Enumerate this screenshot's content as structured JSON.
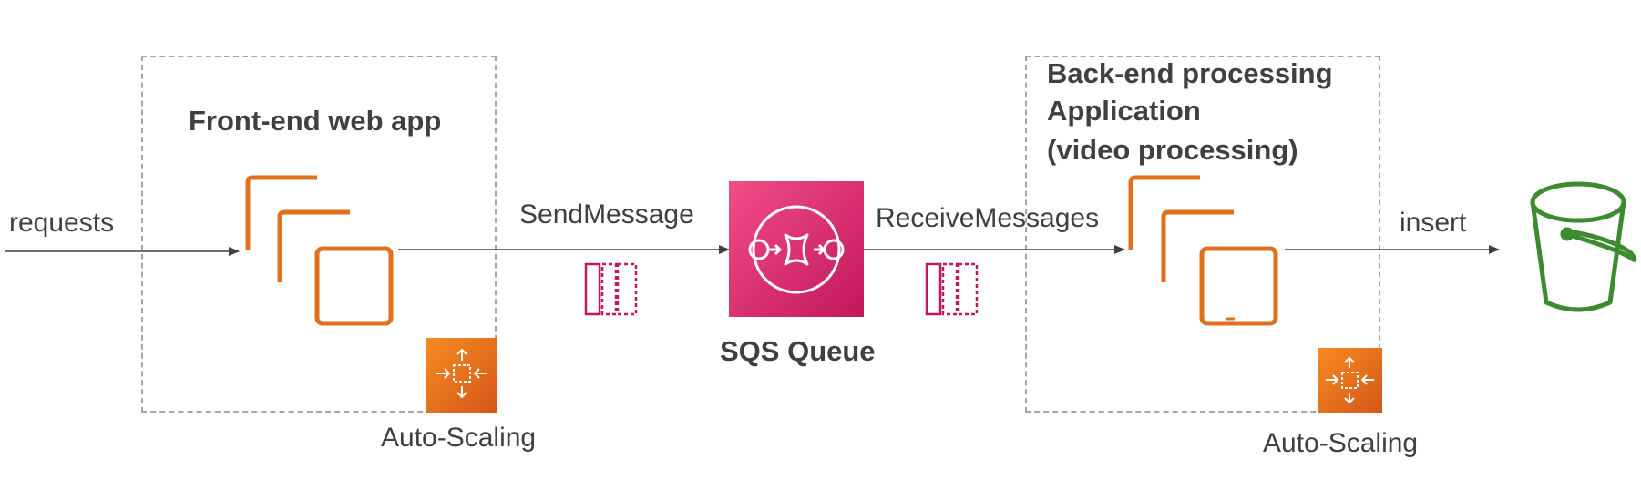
{
  "labels": {
    "requests": "requests",
    "send_message": "SendMessage",
    "receive_messages": "ReceiveMessages",
    "insert": "insert",
    "frontend_title": "Front-end web app",
    "backend_title_line1": "Back-end processing",
    "backend_title_line2": "Application",
    "backend_title_line3": "(video processing)",
    "sqs_queue": "SQS Queue",
    "auto_scaling_front": "Auto-Scaling",
    "auto_scaling_back": "Auto-Scaling"
  },
  "colors": {
    "ec2_orange": "#E0701E",
    "sqs_pink_top": "#F14D86",
    "sqs_pink_bottom": "#C2185B",
    "message_pink": "#C2185B",
    "autoscaling_orange_top": "#F68B1F",
    "autoscaling_orange_bottom": "#D4571A",
    "s3_green": "#3C8B2E",
    "arrow": "#404040",
    "dashed_border": "#A6A6A6"
  },
  "icons": {
    "frontend_instances": "ec2-instances-icon",
    "backend_instances": "ec2-instances-icon",
    "queue": "sqs-queue-icon",
    "bucket": "s3-bucket-icon",
    "autoscaling": "autoscaling-icon",
    "messages": "message-icon"
  }
}
